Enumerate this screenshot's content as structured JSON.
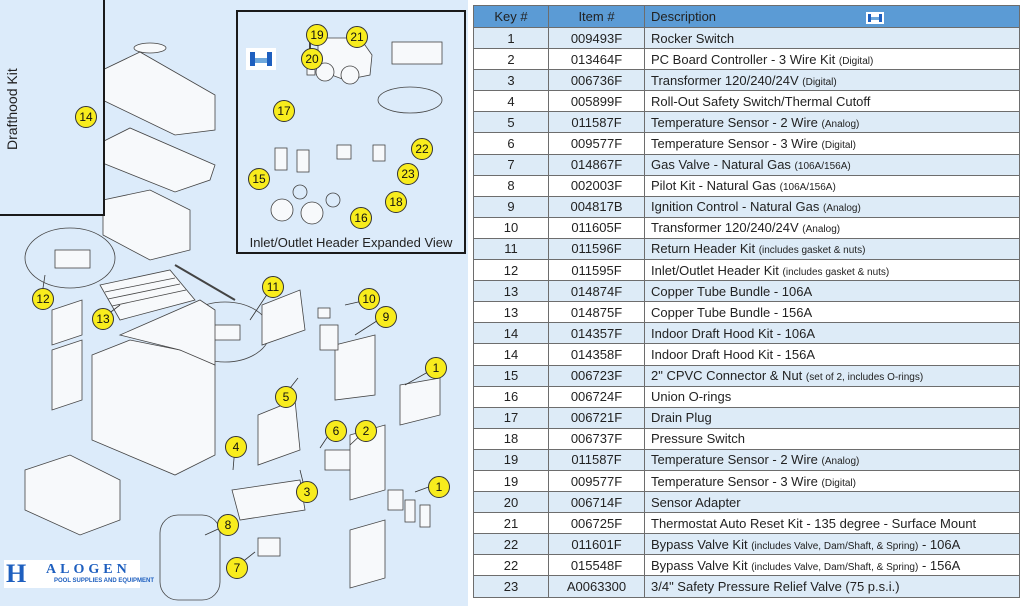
{
  "diagram": {
    "drafthood_label": "Drafthood Kit",
    "header_inset_caption": "Inlet/Outlet Header Expanded View",
    "logo": {
      "letter": "H",
      "word": "ALOGEN",
      "tagline": "POOL SUPPLIES AND EQUIPMENT"
    },
    "callouts": [
      "1",
      "2",
      "3",
      "4",
      "5",
      "6",
      "7",
      "8",
      "9",
      "10",
      "11",
      "12",
      "13",
      "14",
      "15",
      "16",
      "17",
      "18",
      "19",
      "20",
      "21",
      "22",
      "23",
      "1"
    ],
    "accent_colors": {
      "callout": "#f8ec1d",
      "background": "#dcebfa",
      "header": "#5b9bd5",
      "row_alt": "#ddebf7"
    }
  },
  "table": {
    "headers": {
      "key": "Key #",
      "item": "Item #",
      "description": "Description"
    },
    "rows": [
      {
        "key": "1",
        "item": "009493F",
        "desc": "Rocker Switch",
        "note": "",
        "suffix": ""
      },
      {
        "key": "2",
        "item": "013464F",
        "desc": "PC Board Controller - 3 Wire Kit",
        "note": "(Digital)",
        "suffix": ""
      },
      {
        "key": "3",
        "item": "006736F",
        "desc": "Transformer 120/240/24V",
        "note": "(Digital)",
        "suffix": ""
      },
      {
        "key": "4",
        "item": "005899F",
        "desc": "Roll-Out Safety Switch/Thermal Cutoff",
        "note": "",
        "suffix": ""
      },
      {
        "key": "5",
        "item": "011587F",
        "desc": "Temperature Sensor - 2 Wire",
        "note": "(Analog)",
        "suffix": ""
      },
      {
        "key": "6",
        "item": "009577F",
        "desc": "Temperature Sensor - 3 Wire",
        "note": "(Digital)",
        "suffix": ""
      },
      {
        "key": "7",
        "item": "014867F",
        "desc": "Gas Valve - Natural Gas",
        "note": "(106A/156A)",
        "suffix": ""
      },
      {
        "key": "8",
        "item": "002003F",
        "desc": "Pilot Kit - Natural Gas",
        "note": "(106A/156A)",
        "suffix": ""
      },
      {
        "key": "9",
        "item": "004817B",
        "desc": "Ignition Control - Natural Gas",
        "note": "(Analog)",
        "suffix": ""
      },
      {
        "key": "10",
        "item": "011605F",
        "desc": "Transformer 120/240/24V",
        "note": "(Analog)",
        "suffix": ""
      },
      {
        "key": "11",
        "item": "011596F",
        "desc": "Return Header Kit",
        "note": "(includes gasket & nuts)",
        "suffix": ""
      },
      {
        "key": "12",
        "item": "011595F",
        "desc": "Inlet/Outlet Header Kit",
        "note": "(includes gasket & nuts)",
        "suffix": ""
      },
      {
        "key": "13",
        "item": "014874F",
        "desc": "Copper Tube Bundle - 106A",
        "note": "",
        "suffix": ""
      },
      {
        "key": "13",
        "item": "014875F",
        "desc": "Copper Tube Bundle - 156A",
        "note": "",
        "suffix": ""
      },
      {
        "key": "14",
        "item": "014357F",
        "desc": "Indoor Draft Hood Kit - 106A",
        "note": "",
        "suffix": ""
      },
      {
        "key": "14",
        "item": "014358F",
        "desc": "Indoor Draft Hood Kit - 156A",
        "note": "",
        "suffix": ""
      },
      {
        "key": "15",
        "item": "006723F",
        "desc": "2\" CPVC Connector & Nut",
        "note": "(set of 2, includes O-rings)",
        "suffix": ""
      },
      {
        "key": "16",
        "item": "006724F",
        "desc": "Union O-rings",
        "note": "",
        "suffix": ""
      },
      {
        "key": "17",
        "item": "006721F",
        "desc": "Drain Plug",
        "note": "",
        "suffix": ""
      },
      {
        "key": "18",
        "item": "006737F",
        "desc": "Pressure Switch",
        "note": "",
        "suffix": ""
      },
      {
        "key": "19",
        "item": "011587F",
        "desc": "Temperature Sensor - 2 Wire",
        "note": "(Analog)",
        "suffix": ""
      },
      {
        "key": "19",
        "item": "009577F",
        "desc": "Temperature Sensor - 3 Wire",
        "note": "(Digital)",
        "suffix": ""
      },
      {
        "key": "20",
        "item": "006714F",
        "desc": "Sensor Adapter",
        "note": "",
        "suffix": ""
      },
      {
        "key": "21",
        "item": "006725F",
        "desc": "Thermostat Auto Reset Kit - 135 degree - Surface Mount",
        "note": "",
        "suffix": ""
      },
      {
        "key": "22",
        "item": "011601F",
        "desc": "Bypass Valve Kit",
        "note": "(includes Valve, Dam/Shaft, & Spring)",
        "suffix": "- 106A"
      },
      {
        "key": "22",
        "item": "015548F",
        "desc": "Bypass Valve Kit",
        "note": "(includes Valve, Dam/Shaft, & Spring)",
        "suffix": "- 156A"
      },
      {
        "key": "23",
        "item": "A0063300",
        "desc": "3/4\" Safety Pressure Relief Valve (75 p.s.i.)",
        "note": "",
        "suffix": ""
      }
    ]
  }
}
